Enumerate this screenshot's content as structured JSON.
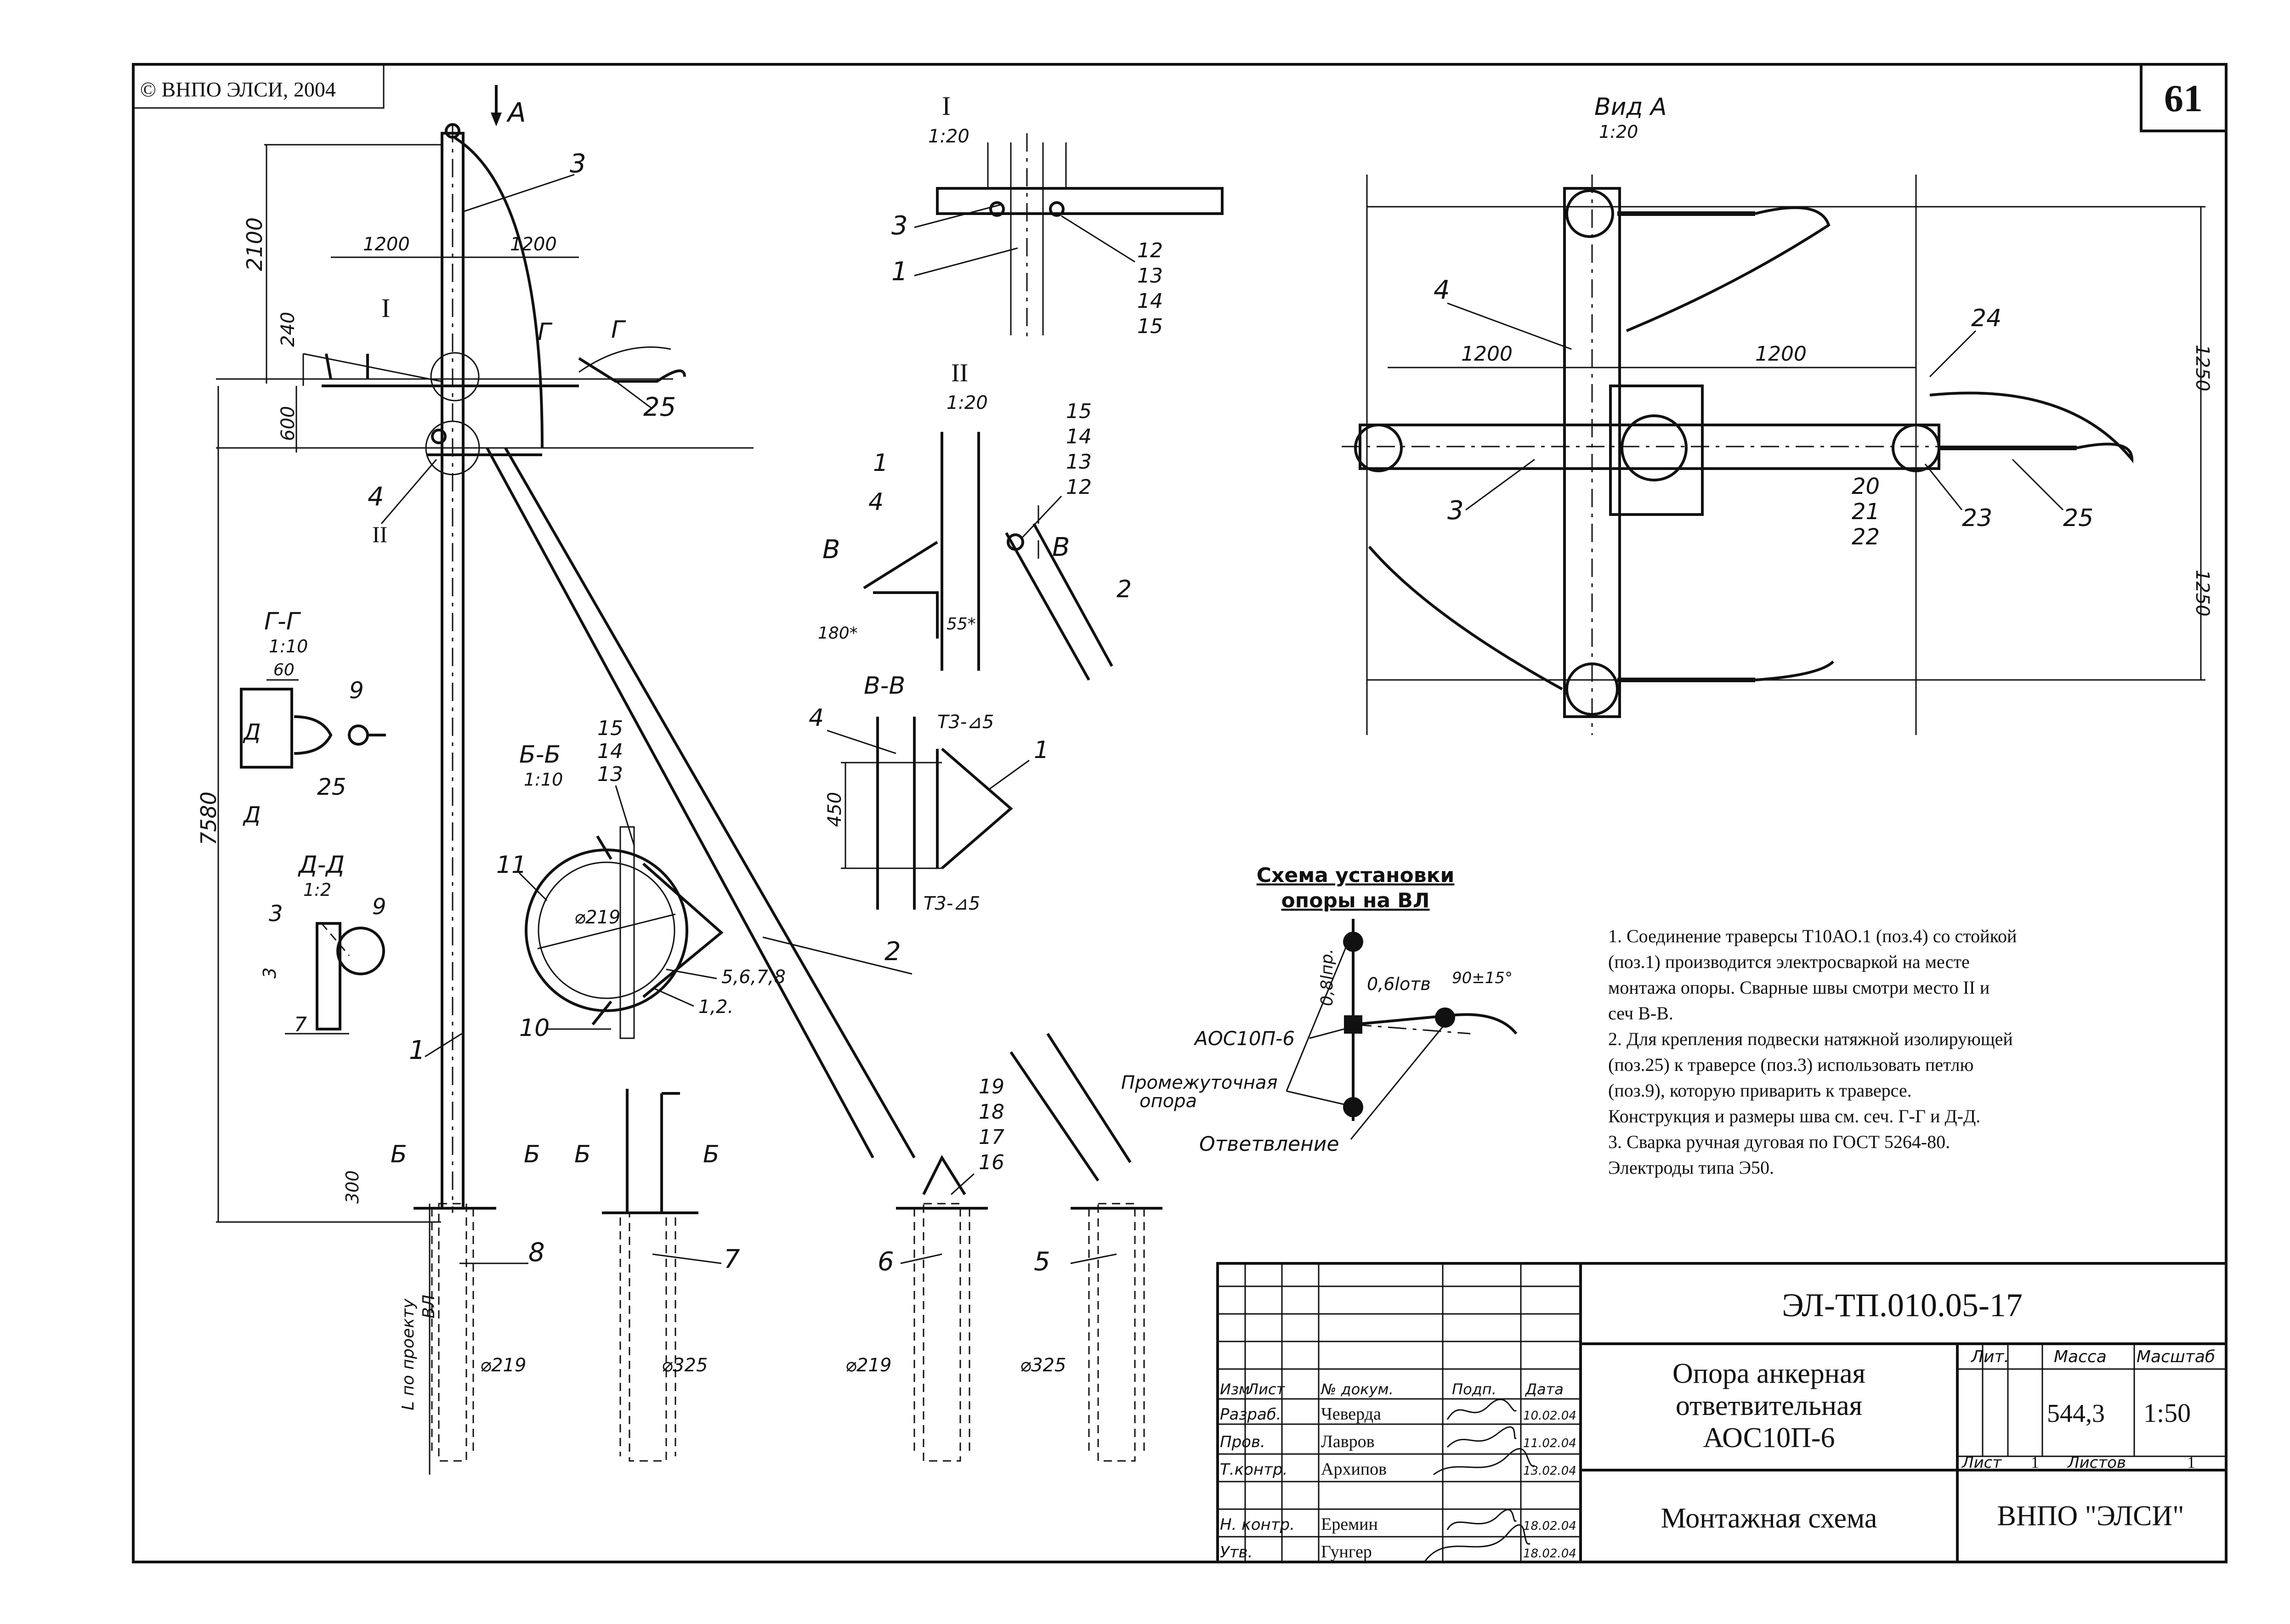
{
  "copyright": "© ВНПО ЭЛСИ, 2004",
  "sheet_number": "61",
  "views": {
    "arrow_a": "А",
    "section_1": {
      "label": "I",
      "scale": "1:20"
    },
    "section_2": {
      "label": "II",
      "scale": "1:20"
    },
    "section_gg": {
      "label": "Г-Г",
      "scale": "1:10"
    },
    "section_dd": {
      "label": "Д-Д",
      "scale": "1:2"
    },
    "section_bb": {
      "label": "Б-Б",
      "scale": "1:10"
    },
    "section_vv": {
      "label": "В-В"
    },
    "view_a": {
      "label": "Вид А",
      "scale": "1:20"
    }
  },
  "letters": {
    "g": "Г",
    "d": "Д",
    "b": "Б",
    "v": "В",
    "roman1": "I",
    "roman2": "II"
  },
  "dimensions": {
    "d2100": "2100",
    "d1200": "1200",
    "d240": "240",
    "d600": "600",
    "d7580": "7580",
    "d300": "300",
    "d60": "60",
    "d3": "3",
    "d7": "7",
    "d180": "180*",
    "d55": "55*",
    "d450": "450",
    "d219": "⌀219",
    "d325": "⌀325",
    "d1250": "1250",
    "l_project": "L по проекту",
    "l_vl": "ВЛ",
    "t3": "Т3-⊿5",
    "phi219": "⌀219"
  },
  "callouts": {
    "c1": "1",
    "c2": "2",
    "c3": "3",
    "c4": "4",
    "c5": "5",
    "c6": "6",
    "c7": "7",
    "c8": "8",
    "c9": "9",
    "c10": "10",
    "c11": "11",
    "c12": "12",
    "c13": "13",
    "c14": "14",
    "c15": "15",
    "c16": "16",
    "c17": "17",
    "c18": "18",
    "c19": "19",
    "c20": "20",
    "c21": "21",
    "c22": "22",
    "c23": "23",
    "c24": "24",
    "c25": "25",
    "c5678": "5,6,7,8",
    "c12b": "1,2."
  },
  "scheme": {
    "title_line1": "Схема установки",
    "title_line2": "опоры на ВЛ",
    "span1": "0,8lпр.",
    "span2": "0,6lотв",
    "angle": "90±15°",
    "support_label": "АОС10П-6",
    "intermediate_1": "Промежуточная",
    "intermediate_2": "опора",
    "branch": "Ответвление"
  },
  "notes": [
    "1. Соединение траверсы Т10АО.1 (поз.4) со стойкой",
    "(поз.1) производится электросваркой на месте",
    "монтажа опоры.  Сварные швы смотри место  II и",
    "сеч В-В.",
    "2. Для крепления подвески натяжной изолирующей",
    "(поз.25) к траверсе (поз.3) использовать петлю",
    "(поз.9), которую приварить к траверсе.",
    "Конструкция и размеры шва см. сеч. Г-Г и Д-Д.",
    "3. Сварка ручная дуговая по ГОСТ 5264-80.",
    "Электроды типа Э50."
  ],
  "title_block": {
    "doc_code": "ЭЛ-ТП.010.05-17",
    "title_line1": "Опора анкерная",
    "title_line2": "ответвительная",
    "title_line3": "АОС10П-6",
    "subtitle": "Монтажная схема",
    "org": "ВНПО \"ЭЛСИ\"",
    "col_lit": "Лит.",
    "col_mass": "Масса",
    "col_scale": "Масштаб",
    "mass": "544,3",
    "scale": "1:50",
    "sheet_label": "Лист",
    "sheet_value": "1",
    "sheets_label": "Листов",
    "sheets_value": "1",
    "head": [
      "Изм",
      "Лист",
      "№ докум.",
      "Подп.",
      "Дата"
    ],
    "roles": [
      {
        "role": "Разраб.",
        "name": "Чеверда"
      },
      {
        "role": "Пров.",
        "name": "Лавров"
      },
      {
        "role": "Т.контр.",
        "name": "Архипов"
      },
      {
        "role": "Н. контр.",
        "name": "Еремин"
      },
      {
        "role": "Утв.",
        "name": "Гунгер"
      }
    ],
    "dates": [
      "10.02.04",
      "11.02.04",
      "13.02.04",
      "18.02.04",
      "18.02.04"
    ]
  }
}
